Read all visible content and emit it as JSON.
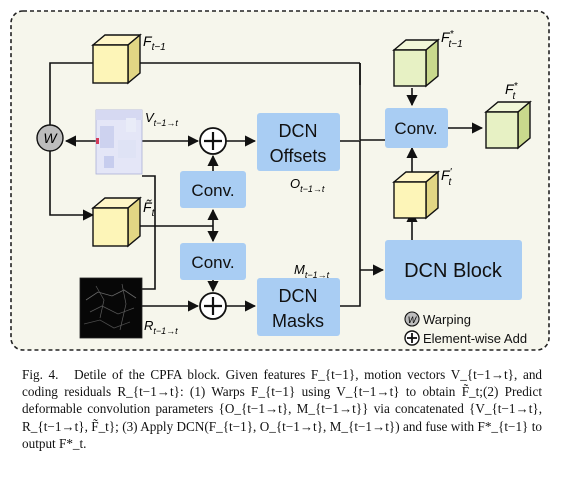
{
  "diagram": {
    "features": {
      "f_prev": "F",
      "f_prev_sub": "t−1",
      "v_label": "V",
      "v_sub": "t−1→t",
      "f_tilde": "F̃",
      "f_tilde_sub": "t",
      "r_label": "R",
      "r_sub": "t−1→t",
      "f_star_prev": "F",
      "f_star_prev_sup": "*",
      "f_star_prev_sub": "t−1",
      "f_prime": "F",
      "f_prime_sup": "'",
      "f_prime_sub": "t",
      "f_star_out": "F",
      "f_star_out_sup": "*",
      "f_star_out_sub": "t"
    },
    "blocks": {
      "conv_top": "Conv.",
      "conv_bottom": "Conv.",
      "dcn_offsets_line1": "DCN",
      "dcn_offsets_line2": "Offsets",
      "dcn_masks_line1": "DCN",
      "dcn_masks_line2": "Masks",
      "conv_right": "Conv.",
      "dcn_block": "DCN Block"
    },
    "flow_labels": {
      "o_label": "O",
      "o_sub": "t−1→t",
      "m_label": "M",
      "m_sub": "t−1→t"
    },
    "operators": {
      "warp_symbol": "W",
      "add_symbol": "+"
    },
    "legend": {
      "warping": "Warping",
      "add": "Element-wise Add"
    },
    "colors": {
      "block_blue": "#a9cdf3",
      "feature_yellow": "#fdf5b8",
      "feature_green": "#e7f1c4",
      "panel_bg": "#f6f6ec"
    }
  },
  "caption": {
    "fig": "Fig. 4.",
    "text": "Detile of the CPFA block. Given features F_{t−1}, motion vectors V_{t−1→t}, and coding residuals R_{t−1→t}: (1) Warps F_{t−1} using V_{t−1→t} to obtain F̃_t;(2) Predict deformable convolution parameters {O_{t−1→t}, M_{t−1→t}} via concatenated {V_{t−1→t}, R_{t−1→t}, F̃_t}; (3) Apply DCN(F_{t−1}, O_{t−1→t}, M_{t−1→t}) and fuse with F*_{t−1} to output F*_t."
  }
}
